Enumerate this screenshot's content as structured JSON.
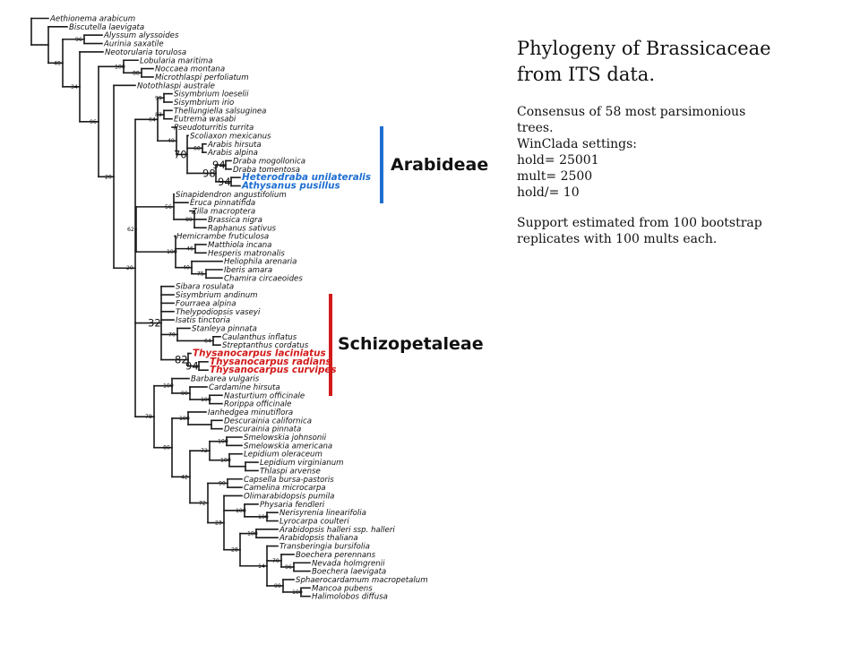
{
  "info": {
    "title_line1": "Phylogeny of Brassicaceae",
    "title_line2": "from ITS data.",
    "consensus_line1": "Consensus of 58 most parsimonious",
    "consensus_line2": "trees.",
    "settings_header": "WinClada settings:",
    "setting_hold": "hold= 25001",
    "setting_mult": "mult= 2500",
    "setting_holdslash": "hold/= 10",
    "support_line1": "Support estimated from 100 bootstrap",
    "support_line2": "replicates with 100 mults each."
  },
  "clades": {
    "arabideae": {
      "label": "Arabideae",
      "color": "#1f6fd1"
    },
    "schizopetaleae": {
      "label": "Schizopetaleae",
      "color": "#d31a1a"
    }
  },
  "taxa": [
    "Aethionema arabicum",
    "Biscutella laevigata",
    "Alyssum alyssoides",
    "Aurinia saxatile",
    "Neotorularia torulosa",
    "Lobularia maritima",
    "Noccaea montana",
    "Microthlaspi perfoliatum",
    "Notothlaspi australe",
    "Sisymbrium loeselii",
    "Sisymbrium irio",
    "Thellungiella salsuginea",
    "Eutrema wasabi",
    "Pseudoturritis turrita",
    "Scoliaxon mexicanus",
    "Arabis hirsuta",
    "Arabis alpina",
    "Draba mogollonica",
    "Draba tomentosa",
    "Heterodraba unilateralis",
    "Athysanus pusillus",
    "Sinapidendron angustifolium",
    "Eruca pinnatifida",
    "Zilla macroptera",
    "Brassica nigra",
    "Raphanus sativus",
    "Hemicrambe fruticulosa",
    "Matthiola incana",
    "Hesperis matronalis",
    "Heliophila arenaria",
    "Iberis amara",
    "Chamira circaeoides",
    "Sibara rosulata",
    "Sisymbrium andinum",
    "Fourraea alpina",
    "Thelypodiopsis vaseyi",
    "Isatis tinctoria",
    "Stanleya pinnata",
    "Caulanthus inflatus",
    "Streptanthus cordatus",
    "Thysanocarpus laciniatus",
    "Thysanocarpus radians",
    "Thysanocarpus curvipes",
    "Barbarea vulgaris",
    "Cardamine hirsuta",
    "Nasturtium officinale",
    "Rorippa officinale",
    "Ianhedgea minutiflora",
    "Descurainia californica",
    "Descurainia pinnata",
    "Smelowskia johnsonii",
    "Smelowskia americana",
    "Lepidium oleraceum",
    "Lepidium virginianum",
    "Thlaspi arvense",
    "Capsella bursa-pastoris",
    "Camelina microcarpa",
    "Olimarabidopsis pumila",
    "Physaria fendleri",
    "Nerisyrenia linearifolia",
    "Lyrocarpa coulteri",
    "Arabidopsis halleri ssp. halleri",
    "Arabidopsis thaliana",
    "Transberingia bursifolia",
    "Boechera perennans",
    "Nevada holmgrenii",
    "Boechera laevigata",
    "Sphaerocardamum macropetalum",
    "Mancoa pubens",
    "Halimolobos diffusa"
  ],
  "supports": [
    "96",
    "48",
    "34",
    "96",
    "100",
    "88",
    "20",
    "20",
    "99",
    "83",
    "64",
    "40",
    "60",
    "70",
    "94",
    "98",
    "94",
    "56",
    "89",
    "62",
    "100",
    "46",
    "40",
    "75",
    "32",
    "70",
    "64",
    "82",
    "94",
    "100",
    "90",
    "100",
    "100",
    "78",
    "80",
    "72",
    "100",
    "100",
    "42",
    "90",
    "72",
    "100",
    "100",
    "23",
    "100",
    "28",
    "70",
    "96",
    "14",
    "100",
    "99"
  ]
}
